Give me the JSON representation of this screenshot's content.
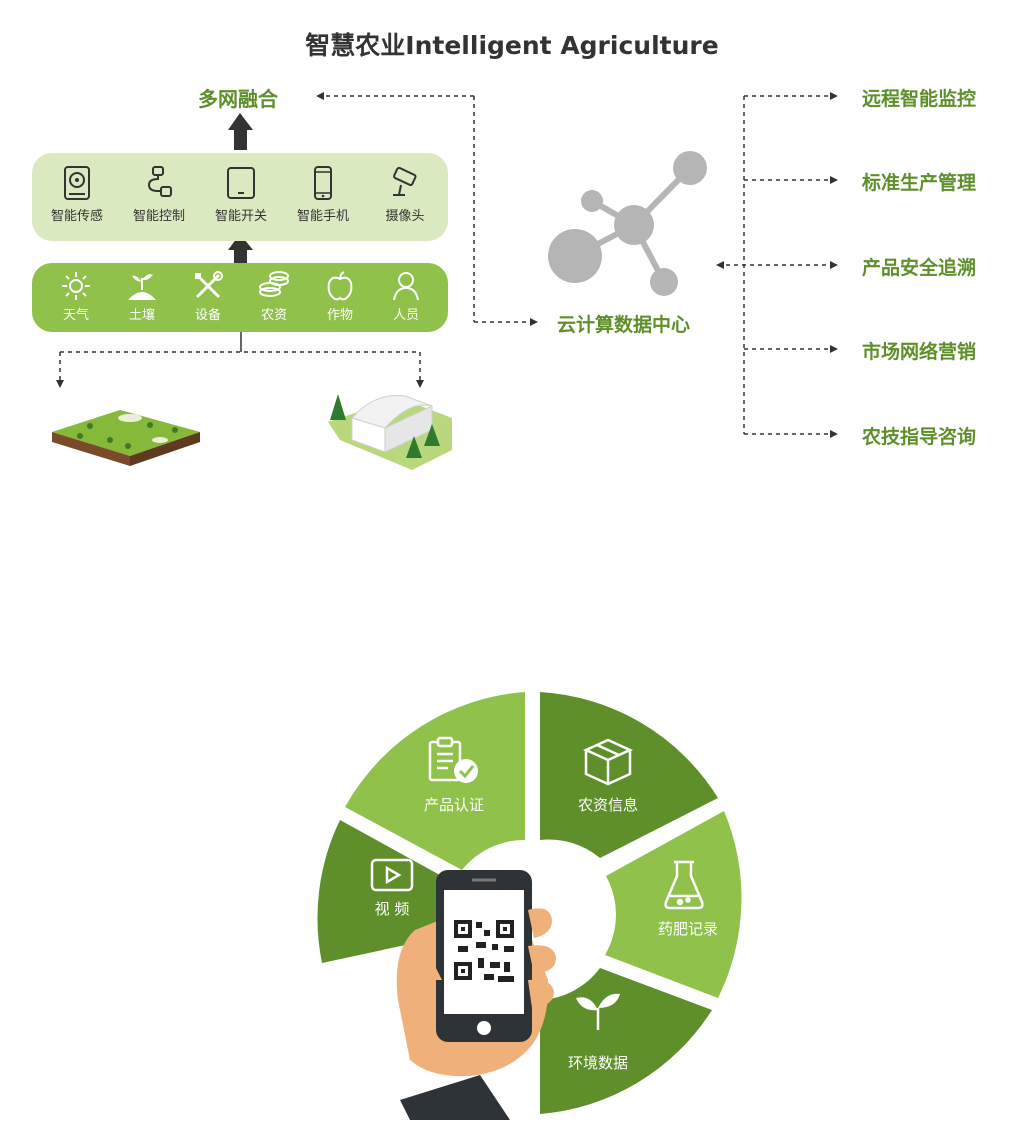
{
  "title": "智慧农业Intelligent Agriculture",
  "top_label": "多网融合",
  "devices": [
    {
      "label": "智能传感",
      "icon": "hard-drive-icon"
    },
    {
      "label": "智能控制",
      "icon": "cable-connector-icon"
    },
    {
      "label": "智能开关",
      "icon": "tablet-icon"
    },
    {
      "label": "智能手机",
      "icon": "smartphone-icon"
    },
    {
      "label": "摄像头",
      "icon": "camera-icon"
    }
  ],
  "factors": [
    {
      "label": "天气",
      "icon": "sun-icon"
    },
    {
      "label": "土壤",
      "icon": "sprout-soil-icon"
    },
    {
      "label": "设备",
      "icon": "tools-icon"
    },
    {
      "label": "农资",
      "icon": "coins-icon"
    },
    {
      "label": "作物",
      "icon": "apple-icon"
    },
    {
      "label": "人员",
      "icon": "person-icon"
    }
  ],
  "cloud_label": "云计算数据中心",
  "services": [
    "远程智能监控",
    "标准生产管理",
    "产品安全追溯",
    "市场网络营销",
    "农技指导咨询"
  ],
  "wheel": {
    "segments": [
      {
        "label": "产品认证",
        "icon": "checklist-icon"
      },
      {
        "label": "农资信息",
        "icon": "box-icon"
      },
      {
        "label": "药肥记录",
        "icon": "flask-icon"
      },
      {
        "label": "环境数据",
        "icon": "leaf-sprout-icon"
      },
      {
        "label": "视 频",
        "icon": "video-play-icon"
      }
    ]
  },
  "colors": {
    "dark_green": "#5e8f2a",
    "light_green": "#8fc14b",
    "pale_green": "#dbe9c0",
    "hub_gray": "#b5b5b5"
  }
}
